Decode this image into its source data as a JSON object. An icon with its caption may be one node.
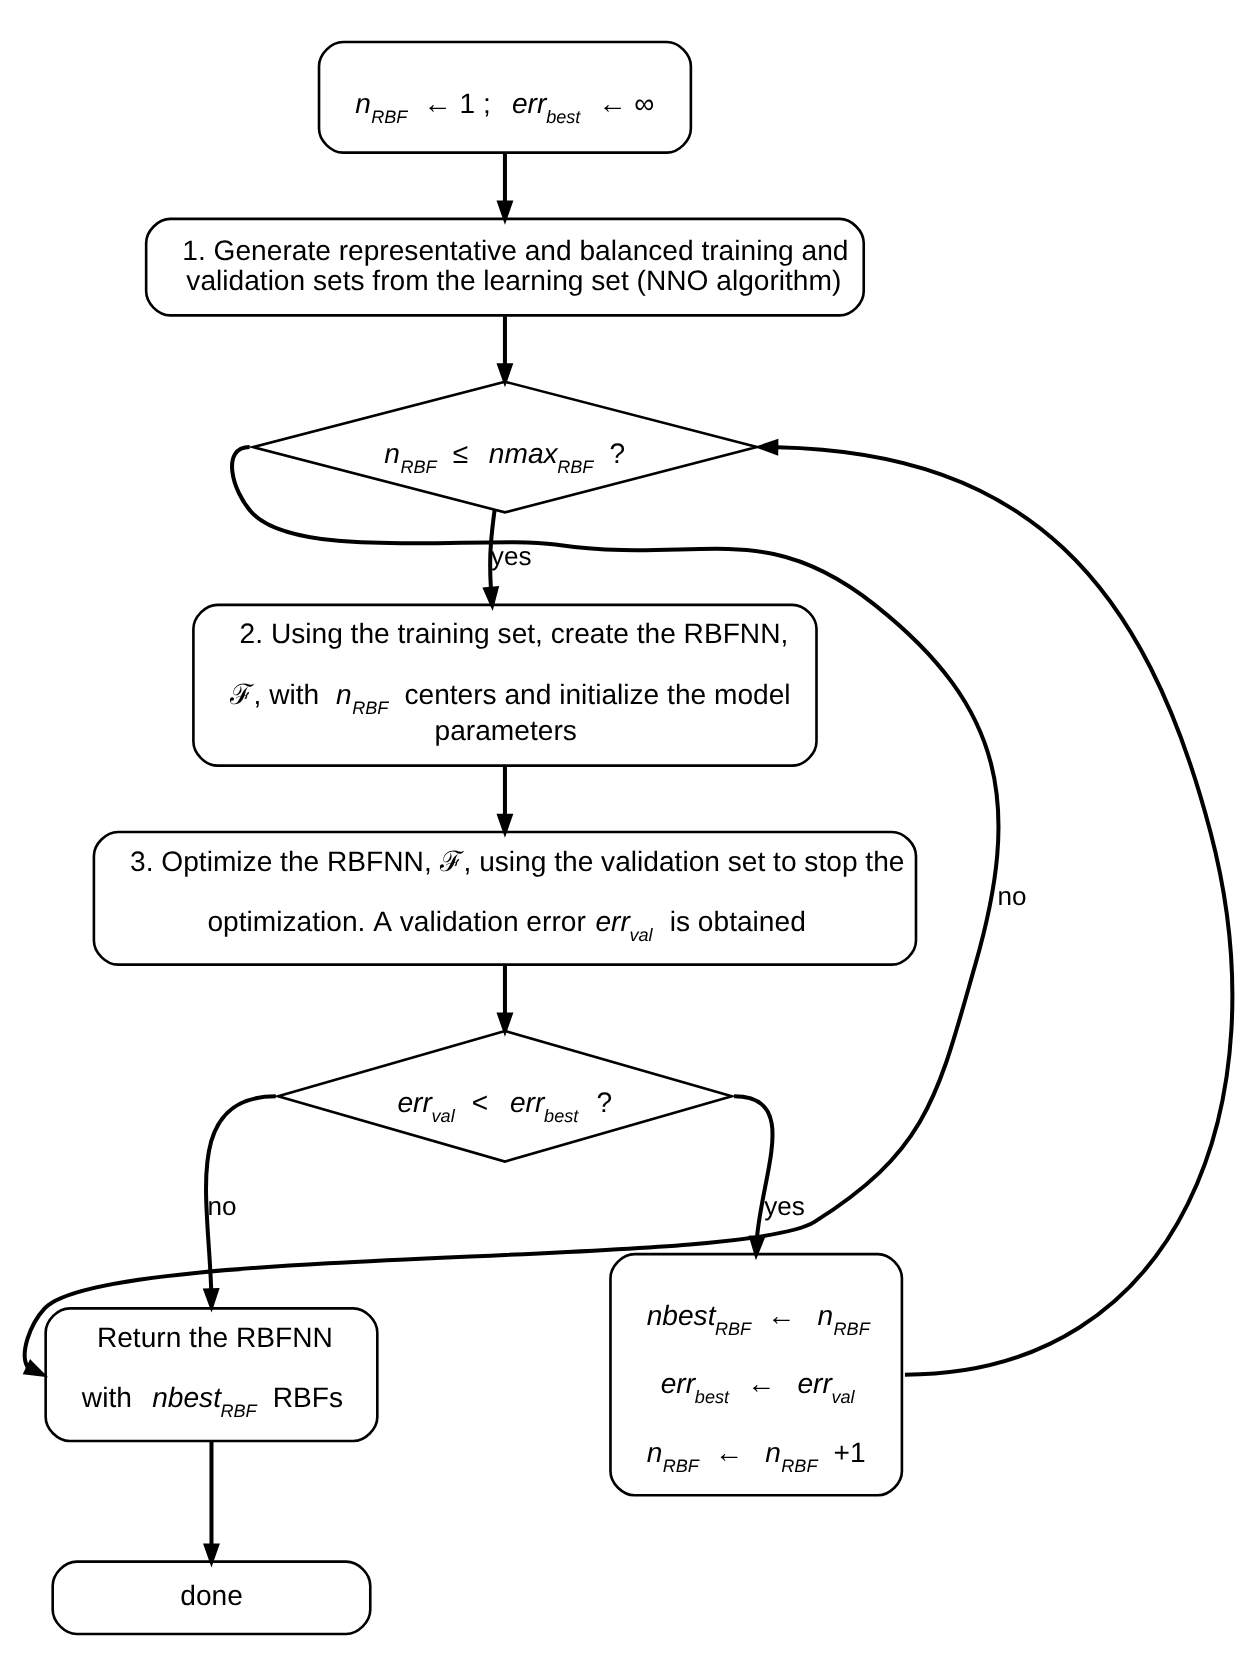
{
  "diagram": {
    "nodes": [
      {
        "text": [
          "*n*$_{RBF}$ ← 1 ; *err*$_{best}$ ← ∞"
        ]
      },
      {
        "text": [
          "1. Generate representative and balanced training and validation sets from the learning set (NNO algorithm)"
        ]
      },
      {
        "text": [
          "*n*$_{RBF}$ ≤ *nmax*$_{RBF}$ ?"
        ]
      },
      {
        "text": [
          "2. Using the training set, create the RBFNN, ℱ, with *n*$_{RBF}$ centers and initialize the model parameters"
        ]
      },
      {
        "text": [
          "3. Optimize the RBFNN, ℱ, using the validation set to stop the optimization. A validation error *err*$_{val}$ is obtained"
        ]
      },
      {
        "text": [
          "*err*$_{val}$ < *err*$_{best}$ ?"
        ]
      },
      {
        "text": [
          "Return the RBFNN with *nbest*$_{RBF}$ RBFs"
        ]
      },
      {
        "text": [
          "*nbest*$_{RBF}$ ← *n*$_{RBF}$",
          "*err*$_{best}$ ← *err*$_{val}$",
          "*n*$_{RBF}$ ← *n*$_{RBF}$ +1"
        ]
      },
      {
        "text": [
          "done"
        ]
      }
    ],
    "edges": [
      {
        "from": 0,
        "to": 1,
        "arrow": "to"
      },
      {
        "from": 1,
        "to": 2,
        "arrow": "to"
      },
      {
        "from": 2,
        "to": 3,
        "arrow": "to",
        "label": "yes"
      },
      {
        "from": 3,
        "to": 4,
        "arrow": "to"
      },
      {
        "from": 4,
        "to": 5,
        "arrow": "to"
      },
      {
        "from": 5,
        "to": 6,
        "arrow": "to",
        "label": "no"
      },
      {
        "from": 5,
        "to": 7,
        "arrow": "to",
        "label": "yes"
      },
      {
        "from": 6,
        "to": 8,
        "arrow": "to"
      },
      {
        "from": 2,
        "to": 6,
        "arrow": "to",
        "label": "no"
      },
      {
        "from": 7,
        "to": 2,
        "arrow": "to"
      }
    ]
  }
}
